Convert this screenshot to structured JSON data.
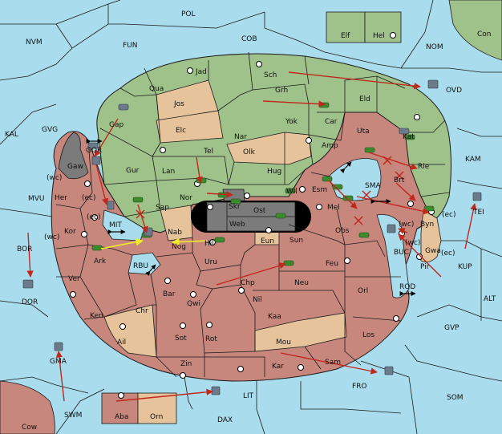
{
  "map": {
    "colors": {
      "sea": "#a9dcec",
      "green": "#9fc28a",
      "red": "#c7877d",
      "tan": "#e7c39b",
      "grey": "#7b7b7b",
      "arrow_red": "#c0281e",
      "arrow_yellow": "#f0ec28"
    },
    "labels": {
      "POL": "POL",
      "NVM": "NVM",
      "FUN": "FUN",
      "COB": "COB",
      "NOM": "NOM",
      "Con": "Con",
      "Elf": "Elf",
      "Hel": "Hel",
      "Jad": "Jad",
      "Sch": "Sch",
      "OVD": "OVD",
      "Qua": "Qua",
      "Jos": "Jos",
      "Grh": "Grh",
      "Eld": "Eld",
      "Gap": "Gap",
      "Elc": "Elc",
      "Nar": "Nar",
      "Yok": "Yok",
      "Car": "Car",
      "Uta": "Uta",
      "Kat": "Kat",
      "KAL": "KAL",
      "GVG": "GVG",
      "GOR": "GOR",
      "Tel": "Tel",
      "Olk": "Olk",
      "Amp": "Amp",
      "Gaw": "Gaw",
      "Gur": "Gur",
      "Lan": "Lan",
      "Hug": "Hug",
      "Rie": "Rie",
      "KAM": "KAM",
      "wc1": "(wc)",
      "Her": "Her",
      "ec1": "(ec)",
      "Nor": "Nor",
      "Skr": "Skr",
      "Wil": "Wil",
      "Esm": "Esm",
      "SMA": "SMA",
      "Brt": "Brt",
      "MVU": "MVU",
      "Sap": "Sap",
      "Ost": "Ost",
      "Web": "Web",
      "Mel": "Mel",
      "Byn": "Byn",
      "ec2": "(ec)",
      "TEI": "TEI",
      "Kor": "Kor",
      "ec3": "(ec)",
      "MIT": "MIT",
      "Nab": "Nab",
      "wc2": "(wc)",
      "BOR": "BOR",
      "wc3": "(wc)",
      "Eun": "Eun",
      "Sun": "Sun",
      "Obs": "Obs",
      "wc4": "(wc)",
      "Gwa": "Gwa",
      "ec4": "(ec)",
      "Hil": "Hil",
      "Nog": "Nog",
      "BUC": "BUC",
      "Ark": "Ark",
      "RBU": "RBU",
      "Uru": "Uru",
      "Feu": "Feu",
      "Pir": "Pir",
      "KUP": "KUP",
      "Ver": "Ver",
      "Chp": "Chp",
      "Neu": "Neu",
      "ROD": "ROD",
      "DOR": "DOR",
      "Bar": "Bar",
      "Orl": "Orl",
      "Qwi": "Qwi",
      "Nil": "Nil",
      "ALT": "ALT",
      "Ken": "Ken",
      "Chr": "Chr",
      "Kaa": "Kaa",
      "GVP": "GVP",
      "Los": "Los",
      "Sot": "Sot",
      "Rot": "Rot",
      "Ail": "Ail",
      "Mou": "Mou",
      "GMA": "GMA",
      "Zin": "Zin",
      "Kar": "Kar",
      "Sam": "Sam",
      "FRO": "FRO",
      "LIT": "LIT",
      "SOM": "SOM",
      "SWM": "SWM",
      "Aba": "Aba",
      "Orn": "Orn",
      "DAX": "DAX",
      "Cow": "Cow"
    }
  }
}
